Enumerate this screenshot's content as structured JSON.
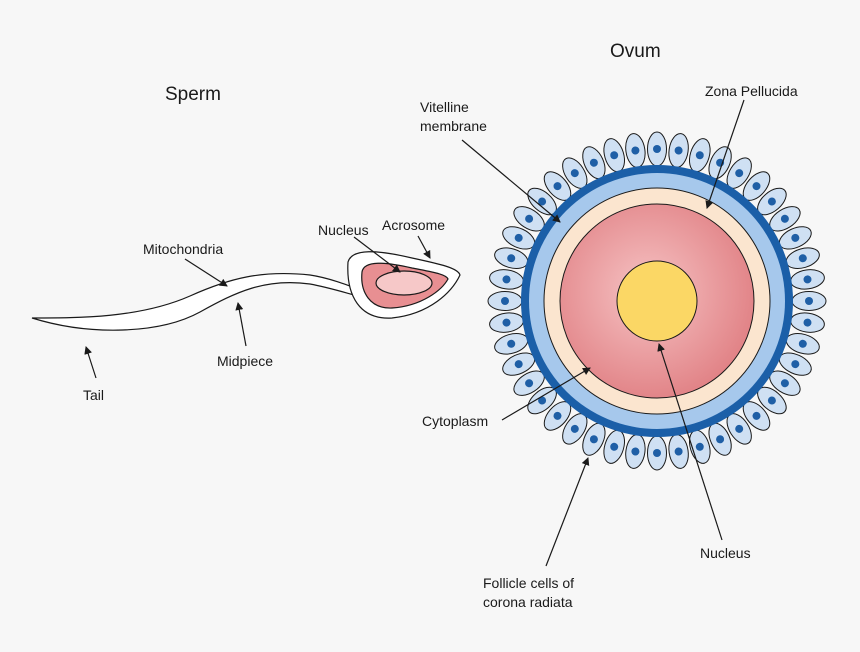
{
  "titles": {
    "sperm": "Sperm",
    "ovum": "Ovum"
  },
  "sperm_labels": {
    "nucleus": "Nucleus",
    "acrosome": "Acrosome",
    "mitochondria": "Mitochondria",
    "midpiece": "Midpiece",
    "tail": "Tail"
  },
  "ovum_labels": {
    "vitelline_line1": "Vitelline",
    "vitelline_line2": "membrane",
    "zona_pellucida": "Zona Pellucida",
    "cytoplasm": "Cytoplasm",
    "nucleus": "Nucleus",
    "follicle_line1": "Follicle cells of",
    "follicle_line2": "corona radiata"
  },
  "colors": {
    "background": "#f7f7f7",
    "follicle_fill": "#cfe0f3",
    "follicle_nucleus": "#1f5fa6",
    "zona_dark": "#1b5fa8",
    "vitelline_light": "#a6c8ec",
    "perivitelline": "#fbe5cf",
    "cytoplasm": "#e5898c",
    "ovum_nucleus": "#fbd765",
    "sperm_nucleus": "#e88f92",
    "acrosome_inner": "#f6c8c8"
  }
}
